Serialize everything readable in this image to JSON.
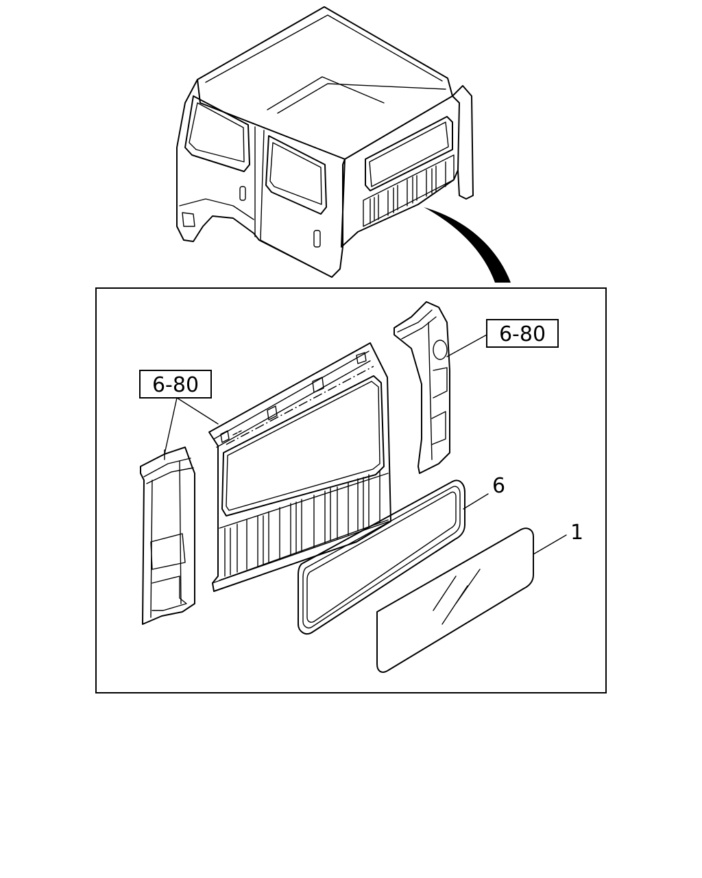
{
  "callouts": {
    "ref_left": "6-80",
    "ref_right": "6-80",
    "part_seal": "6",
    "part_glass": "1"
  }
}
